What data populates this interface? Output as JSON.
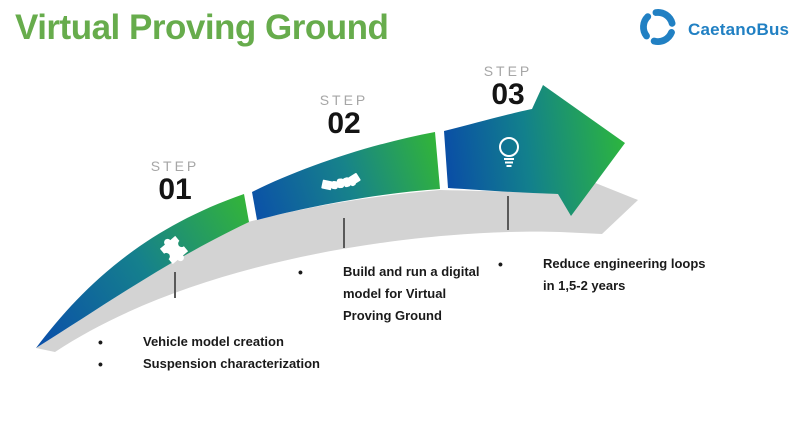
{
  "slide": {
    "title": "Virtual Proving Ground"
  },
  "logo": {
    "text": "CaetanoBus"
  },
  "steps": [
    {
      "label": "STEP",
      "number": "01",
      "icon": "puzzle-icon",
      "bullets": [
        "Vehicle model creation",
        "Suspension characterization"
      ]
    },
    {
      "label": "STEP",
      "number": "02",
      "icon": "handshake-icon",
      "bullets": [
        "Build and run a digital model for Virtual Proving Ground"
      ]
    },
    {
      "label": "STEP",
      "number": "03",
      "icon": "lightbulb-icon",
      "bullets": [
        "Reduce engineering loops in 1,5-2 years"
      ]
    }
  ],
  "colors": {
    "title_green": "#67ac4c",
    "logo_blue": "#2180c3",
    "arrow_blue": "#0b51a8",
    "arrow_teal": "#15808d",
    "arrow_green": "#2fb33c",
    "shadow_gray": "#d3d3d3",
    "step_label_gray": "#a6a6a6",
    "tick_gray": "#595959"
  }
}
